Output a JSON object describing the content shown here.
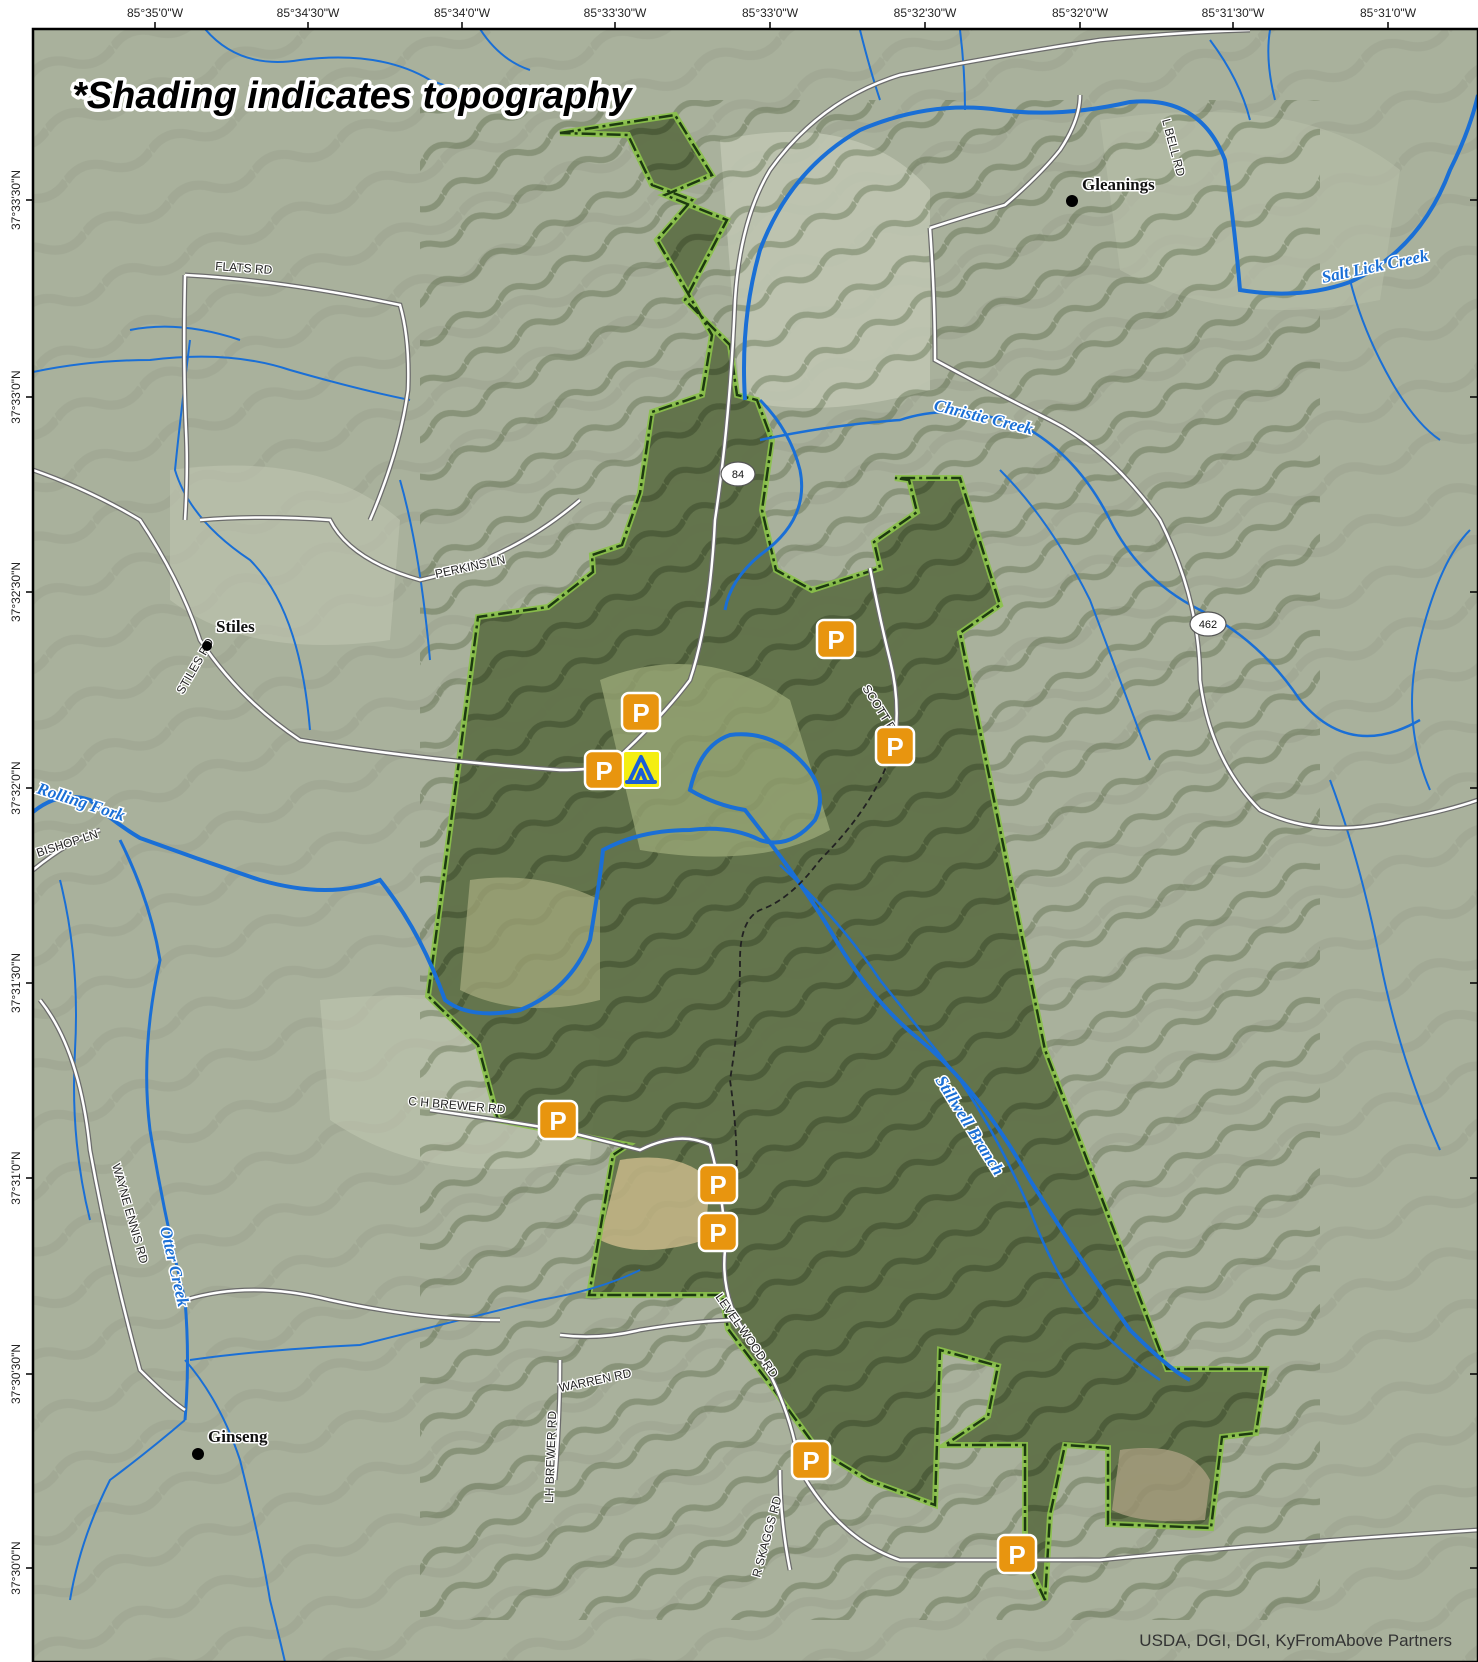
{
  "map": {
    "note": "*Shading indicates topography",
    "credit": "USDA, DGI, DGI, KyFromAbove Partners",
    "colors": {
      "terrain": "#a9b19c",
      "forest": "#5d6f45",
      "boundary": "#1d3a10",
      "boundary_glow": "#8bc34a",
      "stream": "#1a6fd6",
      "road": "#ffffff",
      "road_casing": "#6b6b6b",
      "parking": "#e8950f",
      "camp": "#f4ee12",
      "camp_symbol": "#1a5fd6"
    },
    "longitude_ticks": [
      "85°35'0\"W",
      "85°34'30\"W",
      "85°34'0\"W",
      "85°33'30\"W",
      "85°33'0\"W",
      "85°32'30\"W",
      "85°32'0\"W",
      "85°31'30\"W",
      "85°31'0\"W"
    ],
    "latitude_ticks": [
      "37°33'30\"N",
      "37°33'0\"N",
      "37°32'30\"N",
      "37°32'0\"N",
      "37°31'30\"N",
      "37°31'0\"N",
      "37°30'30\"N",
      "37°30'0\"N"
    ],
    "roads": {
      "flats": "FLATS RD",
      "perkins": "PERKINS LN",
      "stiles": "STILES RD",
      "bishop": "BISHOP LN",
      "brewer": "C H BREWER RD",
      "wayne": "WAYNE ENNIS RD",
      "warren": "WARREN RD",
      "lh_brewer": "LH BREWER RD",
      "skaggs": "R SKAGGS RD",
      "level": "LEVEL WOOD RD",
      "scott": "SCOTT RD",
      "bell": "L BELL RD"
    },
    "routes": {
      "r84": "84",
      "r462": "462"
    },
    "streams": {
      "salt_lick": "Salt Lick Creek",
      "christie": "Christie Creek",
      "rolling": "Rolling Fork",
      "stillwell": "Stillwell Branch",
      "otter": "Otter Creek"
    },
    "places": {
      "gleanings": "Gleanings",
      "stiles": "Stiles",
      "ginseng": "Ginseng"
    },
    "parking_label": "P"
  }
}
